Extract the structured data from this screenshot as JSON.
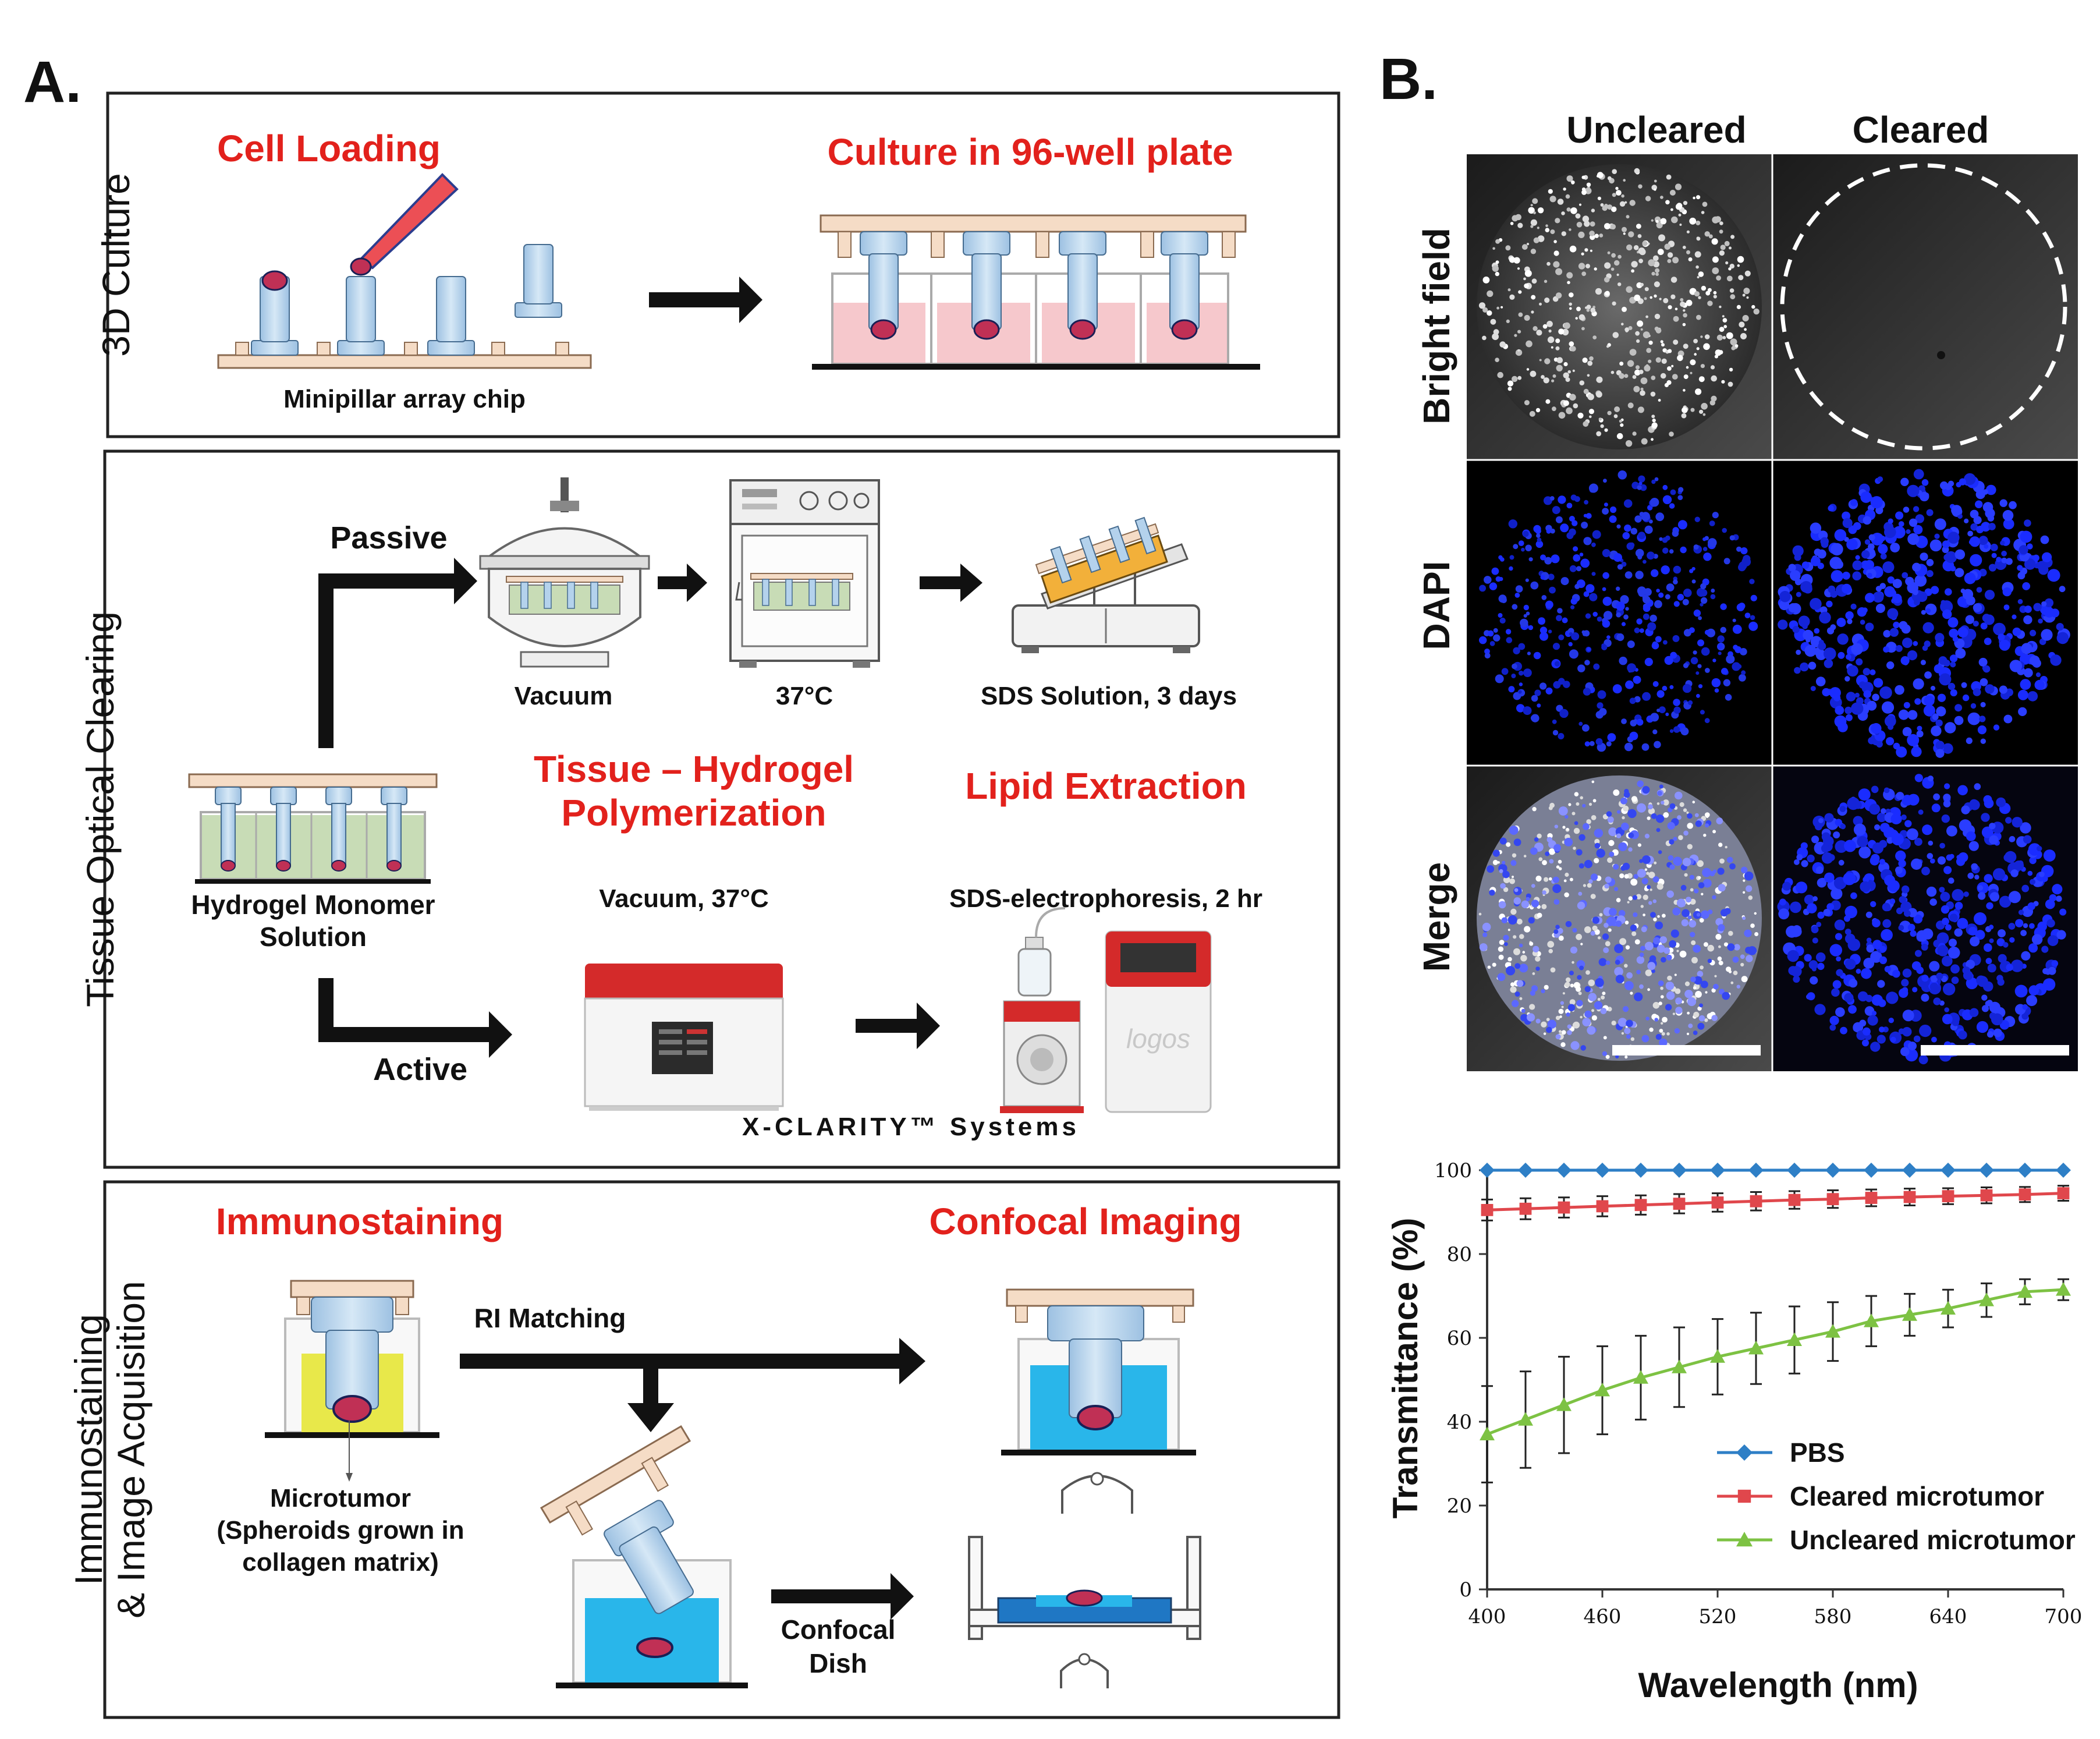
{
  "panel_a": {
    "letter": "A.",
    "sections": {
      "culture": {
        "side_label": "3D Culture",
        "cell_loading": "Cell Loading",
        "culture_plate": "Culture in 96-well plate",
        "chip_label": "Minipillar array chip"
      },
      "clearing": {
        "side_label": "Tissue Optical Clearing",
        "passive": "Passive",
        "active": "Active",
        "vacuum": "Vacuum",
        "temp": "37°C",
        "sds": "SDS Solution, 3 days",
        "polymerization_1": "Tissue – Hydrogel",
        "polymerization_2": "Polymerization",
        "lipid": "Lipid Extraction",
        "monomer_1": "Hydrogel Monomer",
        "monomer_2": "Solution",
        "vacuum_temp": "Vacuum, 37°C",
        "electro": "SDS-electrophoresis, 2 hr",
        "system": "X-CLARITY™ Systems",
        "device_brand": "logos"
      },
      "imaging": {
        "side_label_1": "Immunostaining",
        "side_label_2": "& Image Acquisition",
        "immuno": "Immunostaining",
        "confocal_imaging": "Confocal Imaging",
        "ri": "RI Matching",
        "tumor_1": "Microtumor",
        "tumor_2": "(Spheroids grown in",
        "tumor_3": "collagen matrix)",
        "dish_1": "Confocal",
        "dish_2": "Dish"
      }
    }
  },
  "panel_b": {
    "letter": "B.",
    "columns": [
      "Uncleared",
      "Cleared"
    ],
    "rows": [
      "Bright field",
      "DAPI",
      "Merge"
    ]
  },
  "colors": {
    "red_label": "#e2211c",
    "pbs": "#2e7fc6",
    "cleared": "#e0474c",
    "uncleared": "#7dc243",
    "dapi_blue": "#1a2cff",
    "pillar": "#b4d2ec",
    "chip": "#f5dcc6"
  },
  "chart_data": {
    "type": "line",
    "xlabel": "Wavelength (nm)",
    "ylabel": "Transmittance (%)",
    "xlim": [
      400,
      700
    ],
    "ylim": [
      0,
      100
    ],
    "x_ticks": [
      400,
      460,
      520,
      580,
      640,
      700
    ],
    "y_ticks": [
      0,
      20,
      40,
      60,
      80,
      100
    ],
    "x": [
      400,
      420,
      440,
      460,
      480,
      500,
      520,
      540,
      560,
      580,
      600,
      620,
      640,
      660,
      680,
      700
    ],
    "legend_placement": "bottom-right",
    "grid": false,
    "series": [
      {
        "name": "PBS",
        "marker": "diamond",
        "color": "#2e7fc6",
        "values": [
          100,
          100,
          100,
          100,
          100,
          100,
          100,
          100,
          100,
          100,
          100,
          100,
          100,
          100,
          100,
          100
        ],
        "errors": [
          0,
          0,
          0,
          0,
          0,
          0,
          0,
          0,
          0,
          0,
          0,
          0,
          0,
          0,
          0,
          0
        ]
      },
      {
        "name": "Cleared microtumor",
        "marker": "square",
        "color": "#e0474c",
        "values": [
          90.5,
          90.8,
          91.1,
          91.4,
          91.7,
          92.0,
          92.3,
          92.6,
          92.9,
          93.1,
          93.4,
          93.6,
          93.8,
          94.0,
          94.2,
          94.5
        ],
        "errors": [
          2.5,
          2.5,
          2.4,
          2.4,
          2.3,
          2.3,
          2.2,
          2.2,
          2.1,
          2.1,
          2.0,
          2.0,
          1.9,
          1.9,
          1.8,
          1.8
        ]
      },
      {
        "name": "Uncleared microtumor",
        "marker": "triangle",
        "color": "#7dc243",
        "values": [
          37,
          40.5,
          44,
          47.5,
          50.5,
          53,
          55.5,
          57.5,
          59.5,
          61.5,
          64,
          65.5,
          67,
          69,
          71,
          71.5
        ],
        "errors": [
          11.5,
          11.5,
          11.5,
          10.5,
          10,
          9.5,
          9,
          8.5,
          8,
          7,
          6,
          5,
          4.5,
          4,
          3,
          2.5
        ]
      }
    ]
  }
}
